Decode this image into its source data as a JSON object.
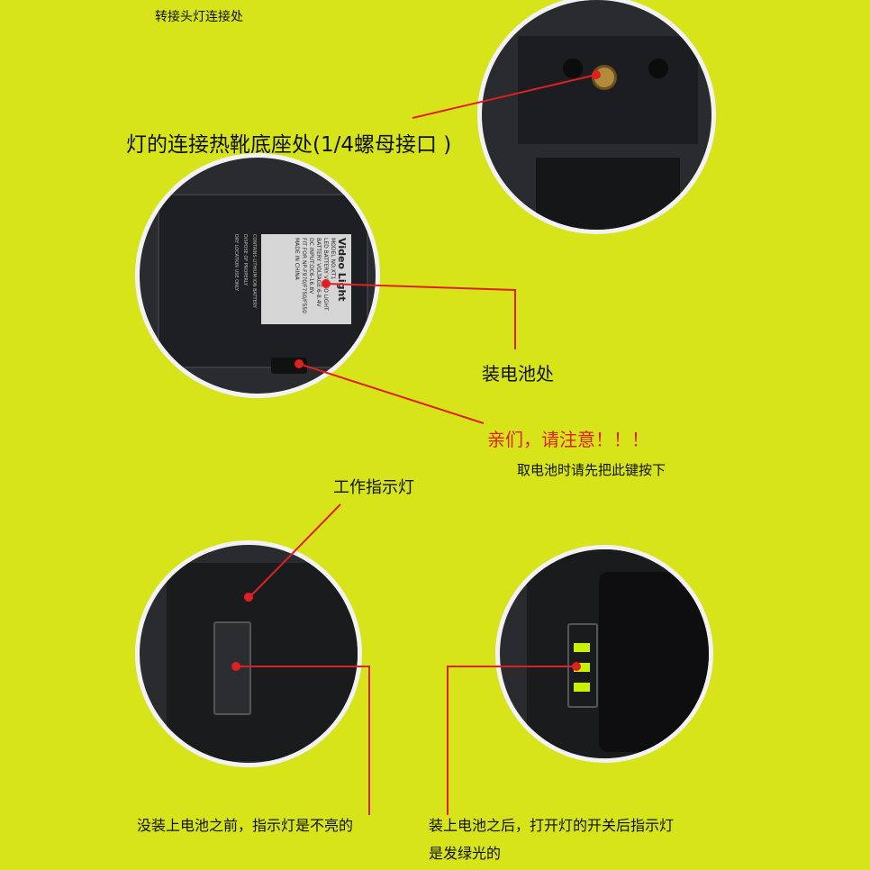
{
  "captions": {
    "adapter_connection": "转接头灯连接处",
    "hot_shoe": "灯的连接热靴底座处(1/4螺母接口 )",
    "battery_slot": "装电池处",
    "attention": "亲们，请注意！！！",
    "release_button": "取电池时请先把此键按下",
    "indicator": "工作指示灯",
    "before_battery": "没装上电池之前，指示灯是不亮的",
    "after_battery_line1": "装上电池之后，打开灯的开关后指示灯",
    "after_battery_line2": "是发绿光的"
  },
  "product_label": {
    "title": "Video Light",
    "lines": [
      "MODEL NO:XT1",
      "LED BATTERY VIDEO LIGHT",
      "BATTERY VOLTAGE:6-8.4V",
      "DC INPUT:DC6-16.8V",
      "FIT FOR NP-F970/F750/F550",
      "MADE IN CHINA"
    ],
    "warnings": [
      "CONTAINS LITHIUM ION BATTERY",
      "DISPOSE OF PROPERLY",
      "DRY LOCATION USE ONLY"
    ]
  },
  "colors": {
    "background": "#d6e419",
    "pointer": "#e02020",
    "attention_text": "#e02020",
    "led_green": "#c8f000"
  }
}
